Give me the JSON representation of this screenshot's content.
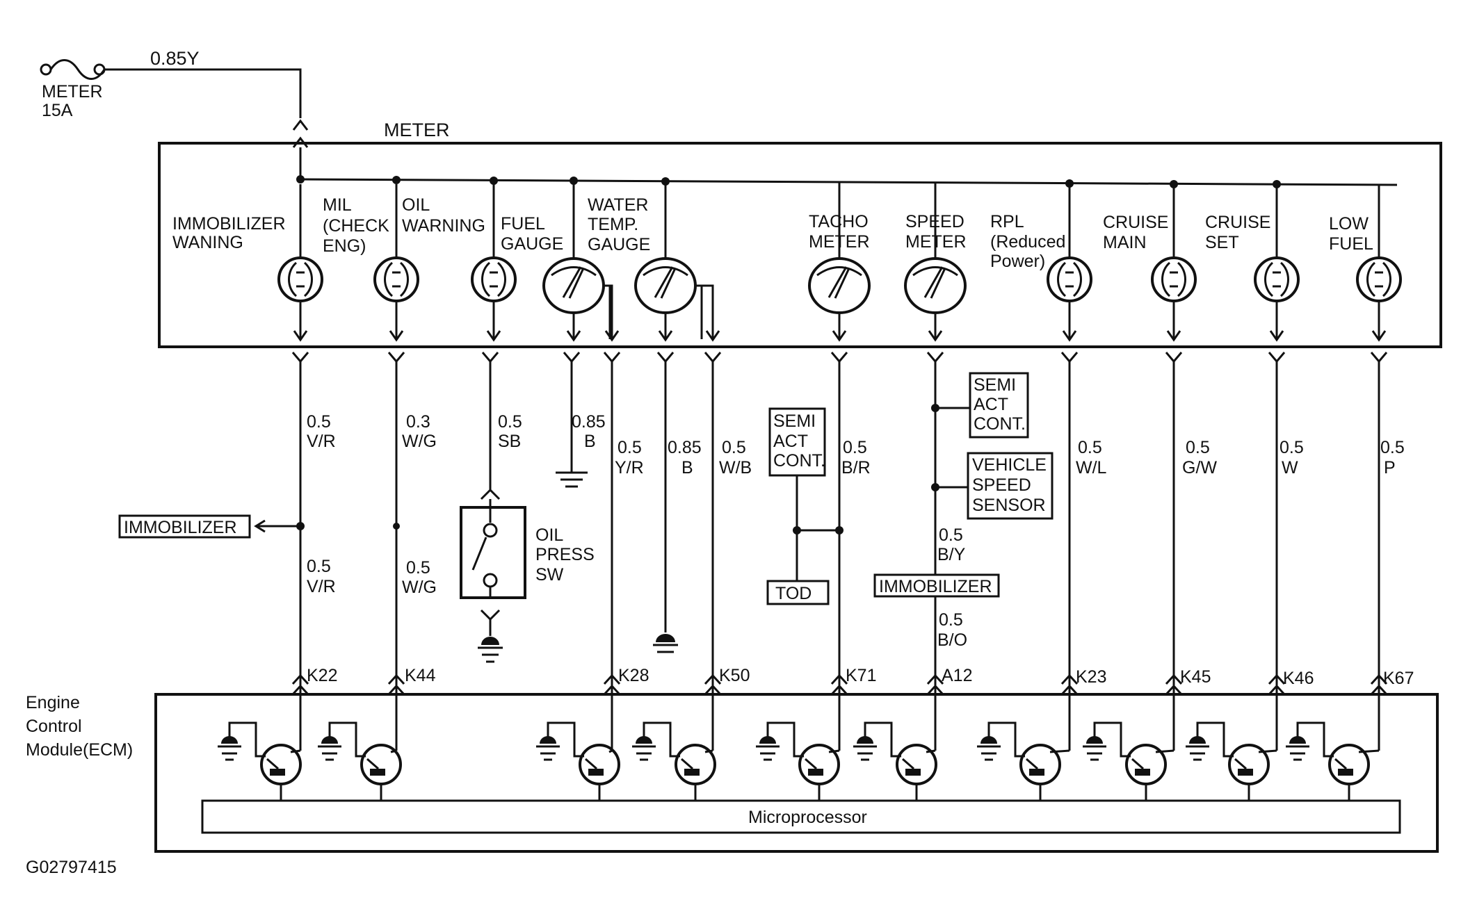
{
  "fuse": {
    "name": "METER",
    "rating": "15A",
    "wire": "0.85Y"
  },
  "meter_title": "METER",
  "indicators": {
    "immobilizer": [
      "IMMOBILIZER",
      "WANING"
    ],
    "mil": [
      "MIL",
      "(CHECK",
      "ENG)"
    ],
    "oil": [
      "OIL",
      "WARNING"
    ],
    "fuel_gauge": [
      "FUEL",
      "GAUGE"
    ],
    "water_temp": [
      "WATER",
      "TEMP.",
      "GAUGE"
    ],
    "tacho": [
      "TACHO",
      "METER"
    ],
    "speed": [
      "SPEED",
      "METER"
    ],
    "rpl": [
      "RPL",
      "(Reduced",
      "Power)"
    ],
    "cruise_main": [
      "CRUISE",
      "MAIN"
    ],
    "cruise_set": [
      "CRUISE",
      "SET"
    ],
    "low_fuel": [
      "LOW",
      "FUEL"
    ]
  },
  "wires": {
    "w_immo_a": [
      "0.5",
      "V/R"
    ],
    "w_immo_b": [
      "0.5",
      "V/R"
    ],
    "w_mil_a": [
      "0.3",
      "W/G"
    ],
    "w_mil_b": [
      "0.5",
      "W/G"
    ],
    "w_oil": [
      "0.5",
      "SB"
    ],
    "w_fuel_gnd": [
      "0.85",
      "B"
    ],
    "w_fuel_sig": [
      "0.5",
      "Y/R"
    ],
    "w_temp_gnd": [
      "0.85",
      "B"
    ],
    "w_temp_sig": [
      "0.5",
      "W/B"
    ],
    "w_tacho": [
      "0.5",
      "B/R"
    ],
    "w_speed_a": [
      "0.5",
      "B/Y"
    ],
    "w_speed_b": [
      "0.5",
      "B/O"
    ],
    "w_rpl": [
      "0.5",
      "W/L"
    ],
    "w_cmain": [
      "0.5",
      "G/W"
    ],
    "w_cset": [
      "0.5",
      "W"
    ],
    "w_lowfuel": [
      "0.5",
      "P"
    ]
  },
  "components": {
    "immobilizer_left": "IMMOBILIZER",
    "oil_press_sw": [
      "OIL",
      "PRESS",
      "SW"
    ],
    "semi_act_left": [
      "SEMI",
      "ACT",
      "CONT."
    ],
    "tod": "TOD",
    "semi_act_right": [
      "SEMI",
      "ACT",
      "CONT."
    ],
    "vehicle_speed_sensor": [
      "VEHICLE",
      "SPEED",
      "SENSOR"
    ],
    "immobilizer_right": "IMMOBILIZER"
  },
  "pins": [
    "K22",
    "K44",
    "K28",
    "K50",
    "K71",
    "A12",
    "K23",
    "K45",
    "K46",
    "K67"
  ],
  "ecm": {
    "label": [
      "Engine",
      "Control",
      "Module(ECM)"
    ],
    "microprocessor": "Microprocessor"
  },
  "figure_id": "G02797415"
}
